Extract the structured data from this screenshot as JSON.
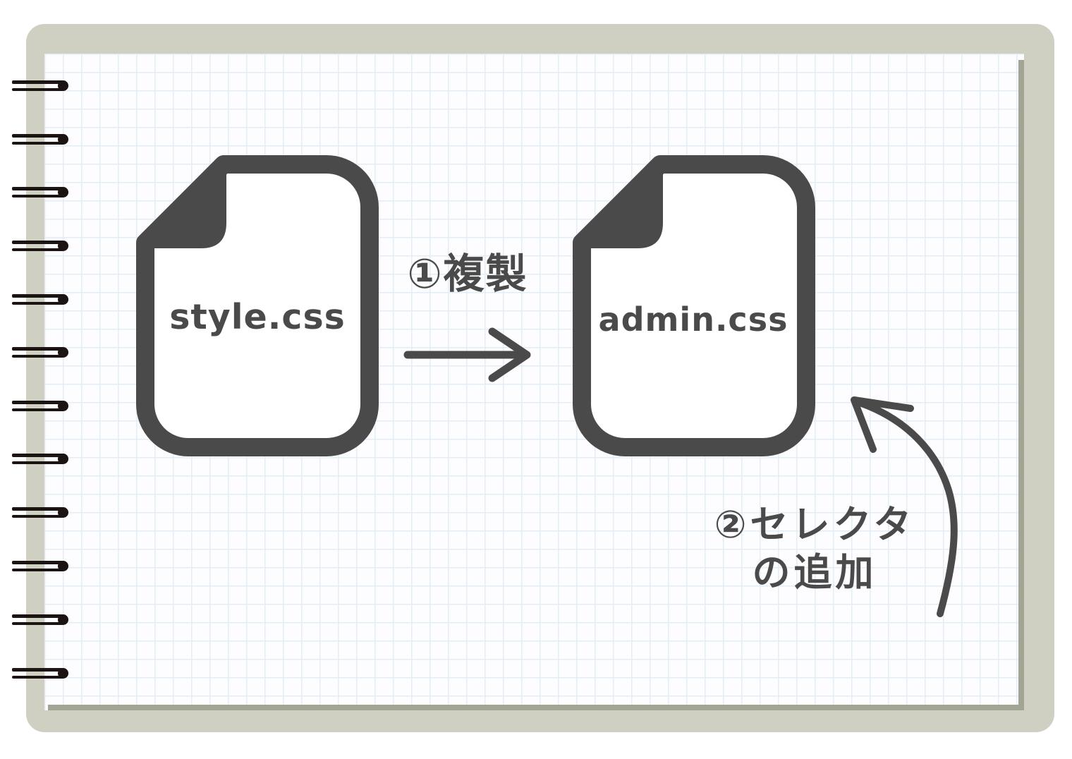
{
  "files": [
    {
      "label": "style.css"
    },
    {
      "label": "admin.css"
    }
  ],
  "steps": {
    "step1": {
      "label": "①複製"
    },
    "step2": {
      "line1": "②セレクタ",
      "line2": "の追加"
    }
  },
  "icons": {
    "source_file": "document-icon",
    "target_file": "document-icon",
    "duplicate_arrow": "arrow-right-icon",
    "add_selector_arrow": "curved-arrow-up-icon",
    "binding": "spiral-ring-icon"
  },
  "colors": {
    "ink": "#4a4a4a",
    "cover": "#cfd0c2",
    "paper": "#fdfdff",
    "grid": "#e3edf6",
    "shadow": "#a2a494",
    "ring": "#1c1313"
  }
}
